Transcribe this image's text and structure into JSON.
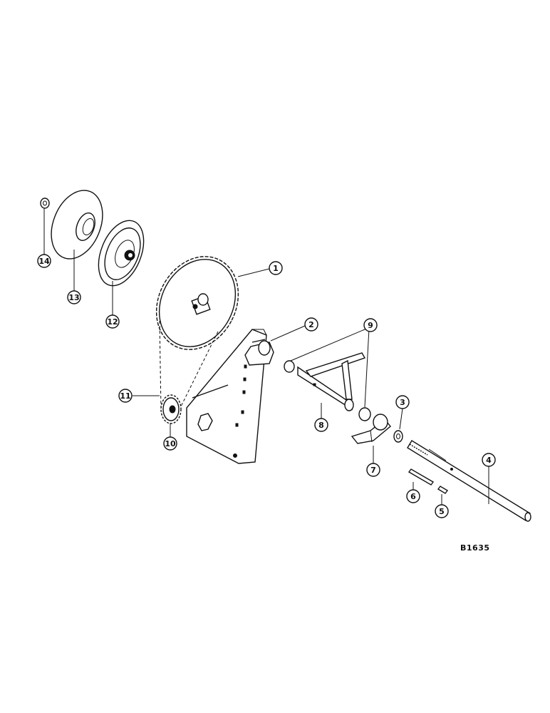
{
  "drawing": {
    "code": "B1635",
    "callouts": [
      "1",
      "2",
      "3",
      "4",
      "5",
      "6",
      "7",
      "8",
      "9",
      "10",
      "11",
      "12",
      "13",
      "14"
    ]
  }
}
